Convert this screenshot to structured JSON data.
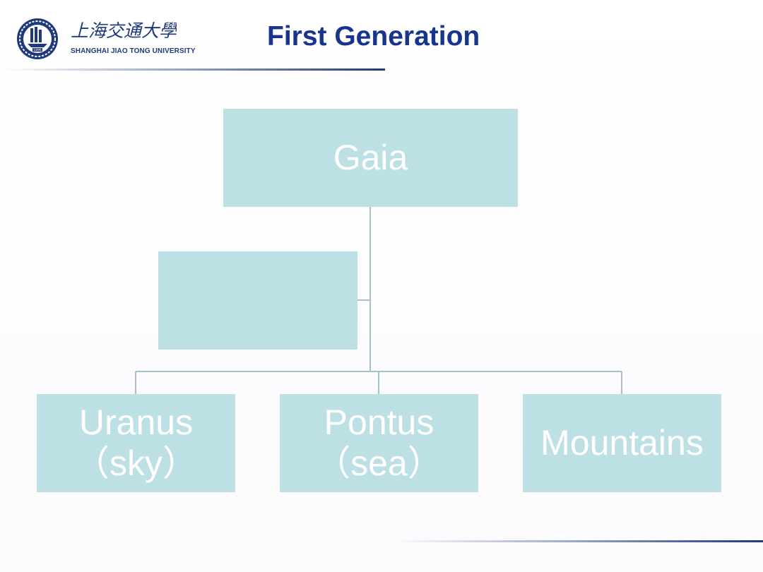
{
  "header": {
    "logo": {
      "name_cn": "上海交通大學",
      "name_en": "SHANGHAI JIAO TONG UNIVERSITY",
      "seal_year": "1896"
    },
    "title": "First Generation"
  },
  "diagram": {
    "root": {
      "label": "Gaia"
    },
    "assistant": {
      "label": ""
    },
    "children": [
      {
        "line1": "Uranus",
        "line2": "（sky）"
      },
      {
        "line1": "Pontus",
        "line2": "（sea）"
      },
      {
        "line1": "Mountains",
        "line2": ""
      }
    ]
  },
  "colors": {
    "title": "#17358d",
    "node_fill": "#bde0e4",
    "node_text": "#ffffff",
    "connector": "#a7c2c6",
    "rule": "#1f3a7a"
  }
}
